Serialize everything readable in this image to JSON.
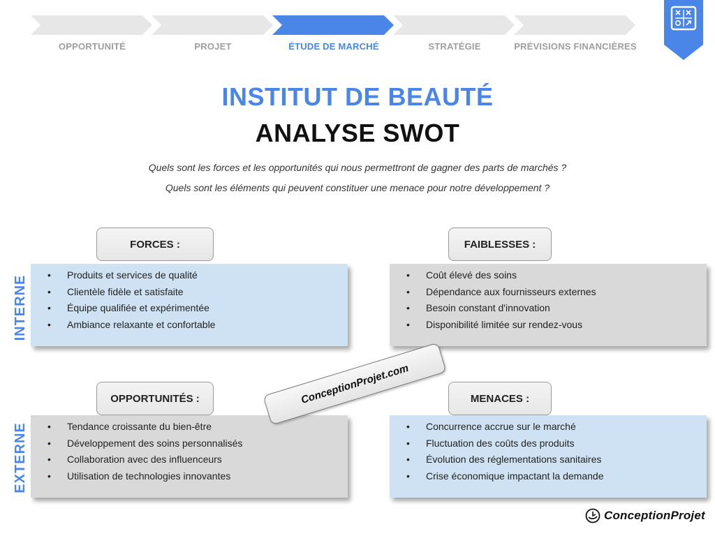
{
  "process": {
    "steps": [
      {
        "label": "OPPORTUNITÉ",
        "active": false
      },
      {
        "label": "PROJET",
        "active": false
      },
      {
        "label": "ÉTUDE DE MARCHÉ",
        "active": true
      },
      {
        "label": "STRATÉGIE",
        "active": false
      },
      {
        "label": "PRÉVISIONS FINANCIÈRES",
        "active": false
      }
    ],
    "active_color": "#4a86e8",
    "inactive_color": "#e7e7e7"
  },
  "corner_badge": {
    "icon": "strategy-board-icon",
    "color": "#4a86e8"
  },
  "header": {
    "title_line1": "INSTITUT DE BEAUTÉ",
    "title_line2": "ANALYSE SWOT",
    "question1": "Quels sont les forces et les opportunités qui nous permettront de gagner des parts de marchés ?",
    "question2": "Quels sont les éléments qui peuvent constituer une menace pour notre développement ?"
  },
  "axis": {
    "interne": "INTERNE",
    "externe": "EXTERNE"
  },
  "swot": {
    "forces": {
      "title": "FORCES :",
      "items": [
        "Produits et services de qualité",
        "Clientèle fidèle et satisfaite",
        "Équipe qualifiée et expérimentée",
        "Ambiance relaxante et confortable"
      ]
    },
    "faiblesses": {
      "title": "FAIBLESSES :",
      "items": [
        "Coût élevé des soins",
        "Dépendance aux fournisseurs externes",
        "Besoin constant d'innovation",
        "Disponibilité limitée sur rendez-vous"
      ]
    },
    "opportunites": {
      "title": "OPPORTUNITÉS :",
      "items": [
        "Tendance croissante du bien-être",
        "Développement des soins personnalisés",
        "Collaboration avec des influenceurs",
        "Utilisation de technologies innovantes"
      ]
    },
    "menaces": {
      "title": "MENACES :",
      "items": [
        "Concurrence accrue sur le marché",
        "Fluctuation des coûts des produits",
        "Évolution des réglementations sanitaires",
        "Crise économique impactant la demande"
      ]
    },
    "bullet": "•"
  },
  "stamp": {
    "text": "ConceptionProjet.com"
  },
  "logo": {
    "text": "ConceptionProjet",
    "icon": "conceptionprojet-logo-icon"
  }
}
